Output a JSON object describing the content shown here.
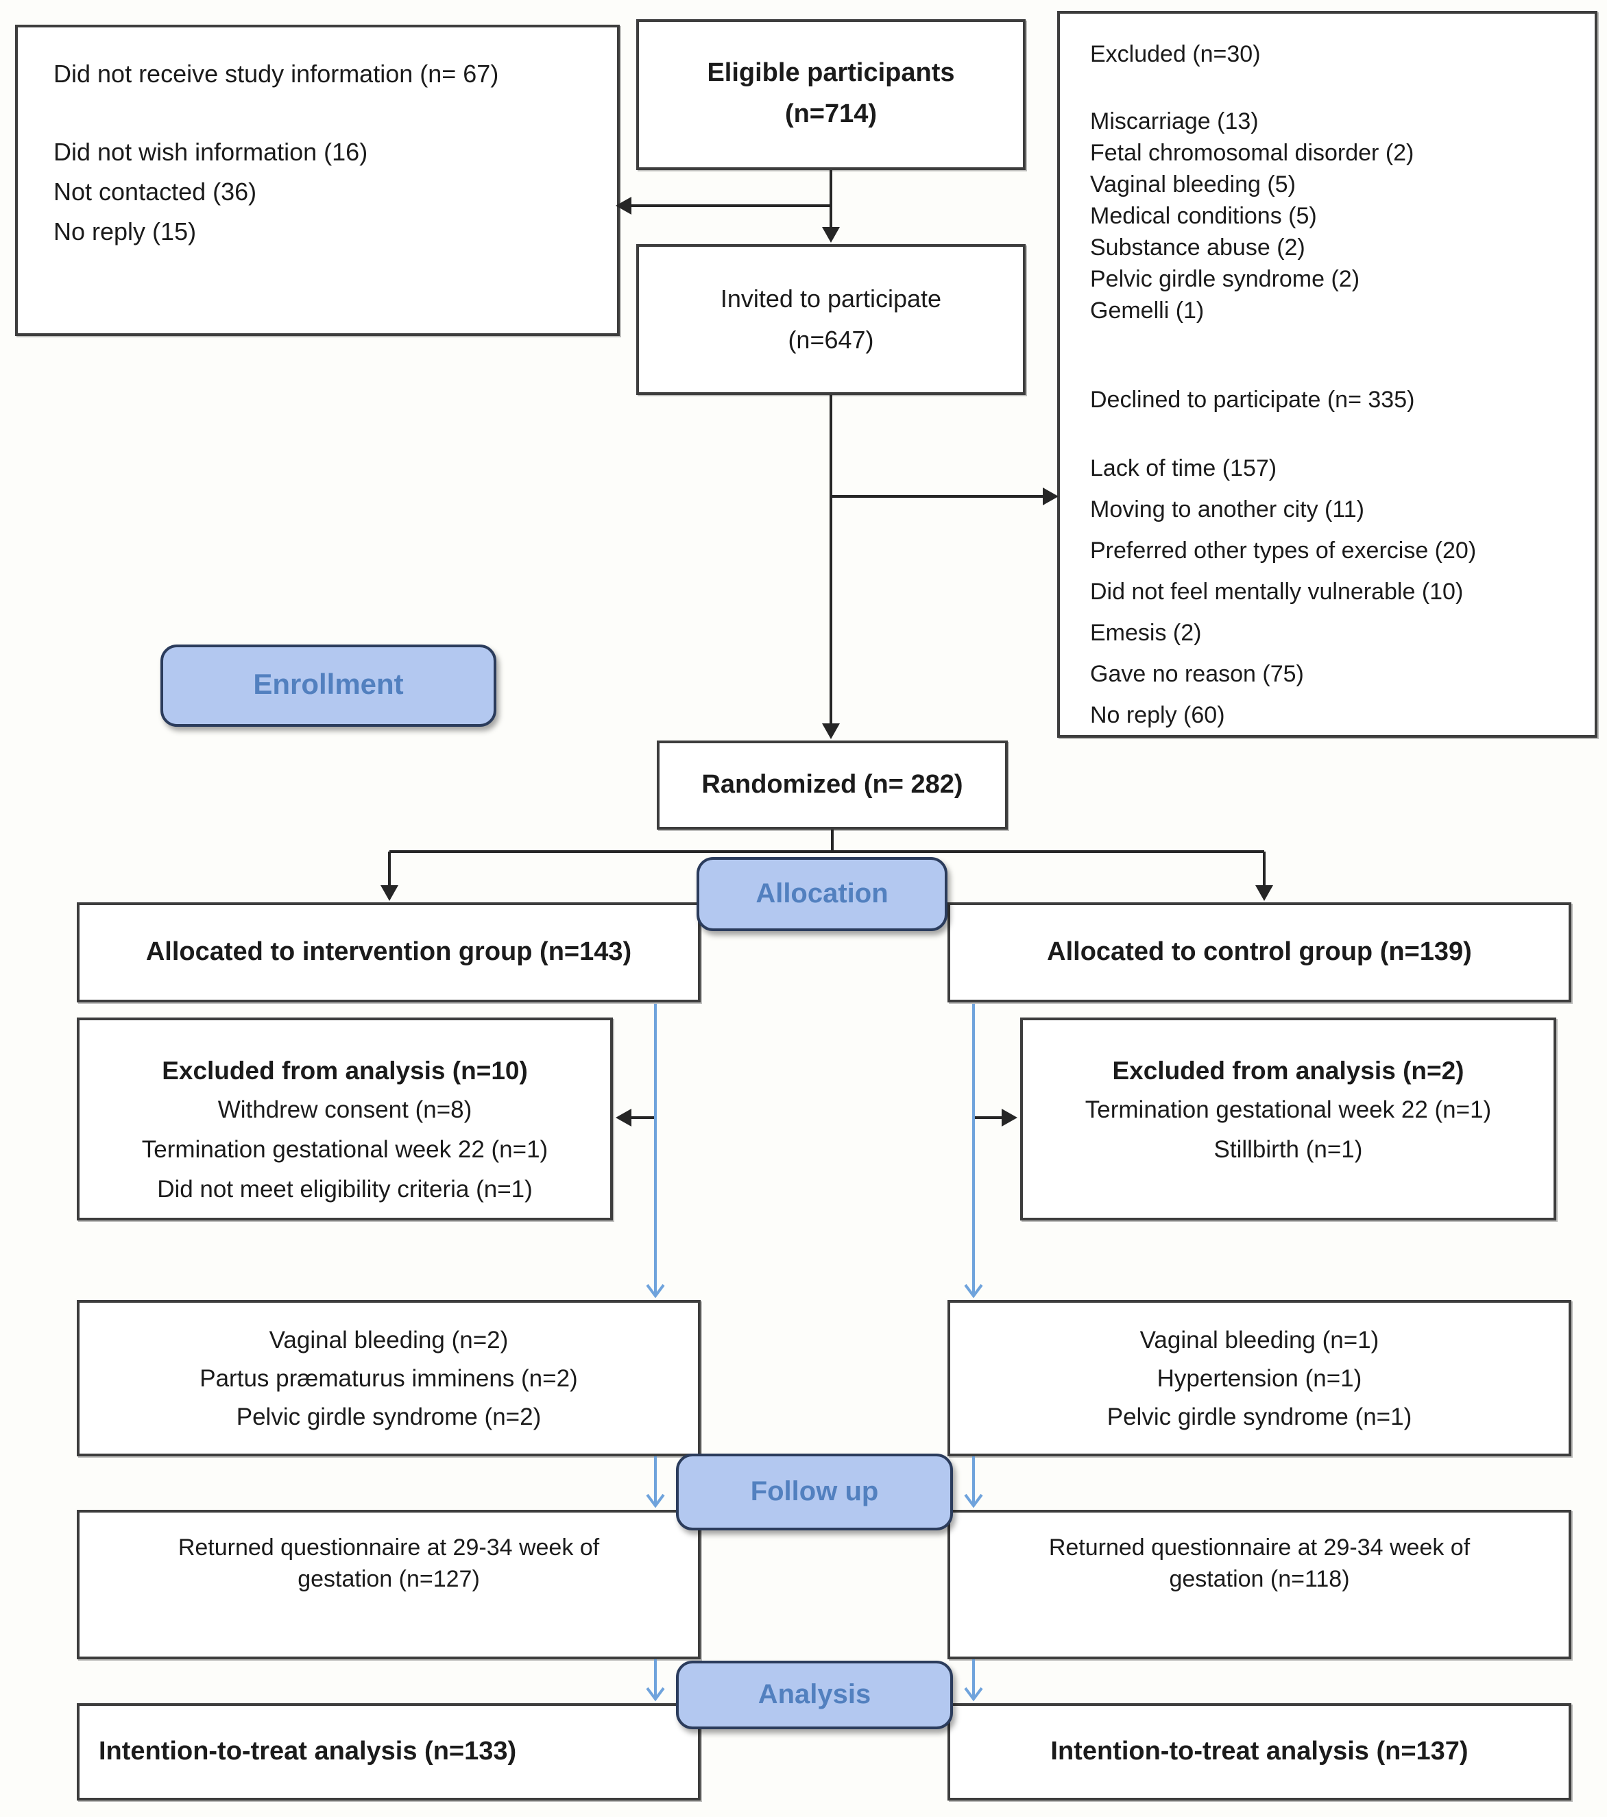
{
  "diagram": {
    "stages": {
      "enrollment": "Enrollment",
      "allocation": "Allocation",
      "follow_up": "Follow up",
      "analysis": "Analysis"
    },
    "boxes": {
      "not_received": {
        "title": "Did not receive study information (n= 67)",
        "items": [
          "Did not wish information (16)",
          "Not contacted (36)",
          "No reply (15)"
        ]
      },
      "eligible": {
        "line1": "Eligible participants",
        "line2": "(n=714)"
      },
      "invited": {
        "line1": "Invited to participate",
        "line2": "(n=647)"
      },
      "excluded_declined": {
        "excluded_title": "Excluded (n=30)",
        "excluded_items": [
          "Miscarriage (13)",
          "Fetal chromosomal disorder (2)",
          "Vaginal bleeding (5)",
          "Medical conditions (5)",
          "Substance abuse (2)",
          "Pelvic girdle syndrome (2)",
          "Gemelli (1)"
        ],
        "declined_title": "Declined to participate (n= 335)",
        "declined_items": [
          "Lack of time (157)",
          "Moving to another city (11)",
          "Preferred other types of exercise (20)",
          "Did not feel mentally vulnerable (10)",
          "Emesis (2)",
          "Gave no reason (75)",
          "No reply (60)"
        ]
      },
      "randomized": {
        "text": "Randomized (n= 282)"
      },
      "alloc_intervention": {
        "text": "Allocated to intervention group (n=143)"
      },
      "alloc_control": {
        "text": "Allocated to control group (n=139)"
      },
      "excluded_intervention": {
        "title": "Excluded from analysis (n=10)",
        "items": [
          "Withdrew consent (n=8)",
          "Termination gestational week 22 (n=1)",
          "Did not meet eligibility criteria (n=1)"
        ]
      },
      "excluded_control": {
        "title": "Excluded from analysis (n=2)",
        "items": [
          "Termination gestational week 22 (n=1)",
          "Stillbirth (n=1)"
        ]
      },
      "withdrawn_intervention": {
        "items": [
          "Vaginal bleeding (n=2)",
          "Partus præmaturus imminens (n=2)",
          "Pelvic girdle syndrome (n=2)"
        ]
      },
      "withdrawn_control": {
        "items": [
          "Vaginal bleeding (n=1)",
          "Hypertension (n=1)",
          "Pelvic girdle syndrome (n=1)"
        ]
      },
      "followup_intervention": {
        "text": "Returned questionnaire at 29-34 week of gestation (n=127)"
      },
      "followup_control": {
        "text": "Returned questionnaire at 29-34 week of gestation (n=118)"
      },
      "itt_intervention": {
        "text": "Intention-to-treat analysis (n=133)"
      },
      "itt_control": {
        "text": "Intention-to-treat analysis (n=137)"
      }
    },
    "colors": {
      "stage_fill": "#b3c8f0",
      "stage_border": "#2b3c5c",
      "stage_text": "#5280bf",
      "box_border": "#3d3d3d",
      "black_line": "#262626",
      "blue_line": "#6fa3dc"
    }
  }
}
